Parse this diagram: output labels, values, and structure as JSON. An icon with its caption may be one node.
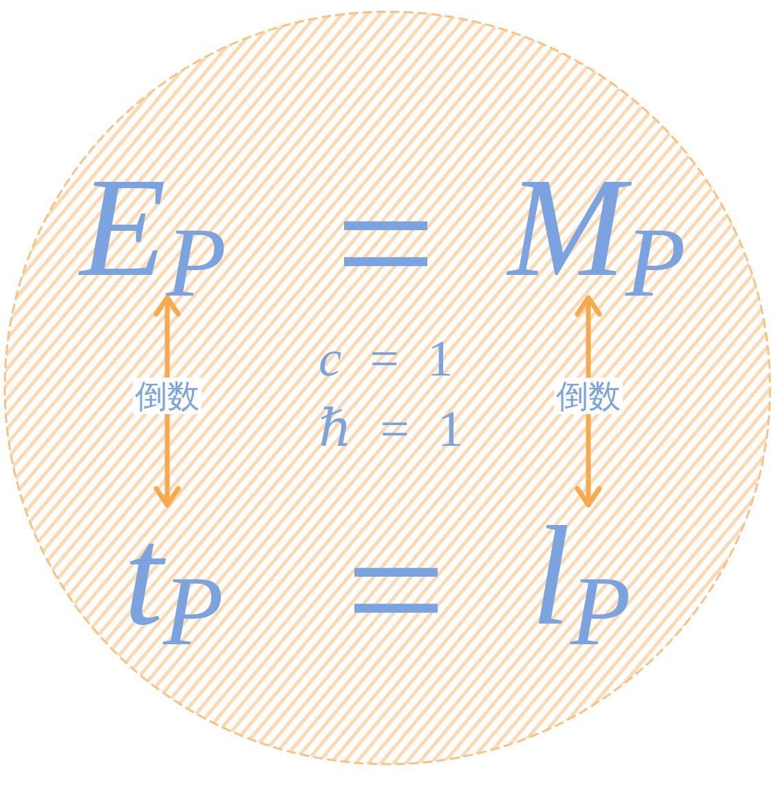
{
  "diagram": {
    "nodes": [
      {
        "text": [
          "*c* = 1",
          "*ℏ* = 1"
        ]
      },
      {
        "text": [
          "E$_{P}$"
        ],
        "in": 0
      },
      {
        "text": [
          "M$_{P}$"
        ],
        "in": 0
      },
      {
        "text": [
          "t$_{P}$"
        ],
        "in": 0
      },
      {
        "text": [
          "l$_{P}$"
        ],
        "in": 0
      }
    ],
    "edges": [
      {
        "from": 1,
        "to": 3,
        "arrow": "both",
        "label": "倒数"
      },
      {
        "from": 2,
        "to": 4,
        "arrow": "both",
        "label": "倒数"
      }
    ],
    "labels": [
      "=",
      "="
    ]
  }
}
